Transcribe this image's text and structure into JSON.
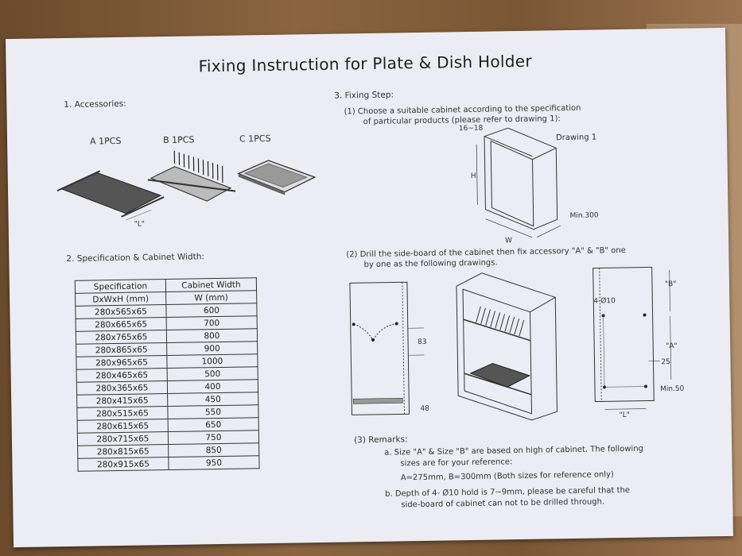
{
  "title": "Fixing Instruction for Plate & Dish Holder",
  "accessories": {
    "heading": "1. Accessories:",
    "a": "A 1PCS",
    "b": "B 1PCS",
    "c": "C 1PCS",
    "l_label": "\"L\""
  },
  "specification": {
    "heading": "2. Specification & Cabinet Width:",
    "col1": "Specification",
    "col2": "Cabinet Width",
    "unit1": "DxWxH (mm)",
    "unit2": "W (mm)",
    "rows": [
      [
        "280x565x65",
        "600"
      ],
      [
        "280x665x65",
        "700"
      ],
      [
        "280x765x65",
        "800"
      ],
      [
        "280x865x65",
        "900"
      ],
      [
        "280x965x65",
        "1000"
      ],
      [
        "280x465x65",
        "500"
      ],
      [
        "280x365x65",
        "400"
      ],
      [
        "280x415x65",
        "450"
      ],
      [
        "280x515x65",
        "550"
      ],
      [
        "280x615x65",
        "650"
      ],
      [
        "280x715x65",
        "750"
      ],
      [
        "280x815x65",
        "850"
      ],
      [
        "280x915x65",
        "950"
      ]
    ]
  },
  "fixing": {
    "heading": "3. Fixing Step:",
    "step1_line1": "(1)  Choose a suitable cabinet according to the specification",
    "step1_line2": "of particular products (please refer to drawing 1):",
    "drawing1": "Drawing 1",
    "dim_top": "16~18",
    "dim_h": "H",
    "dim_w": "W",
    "dim_min300": "Min.300",
    "step2_line1": "(2) Drill the side-board of the cabinet then fix accessory \"A\" & \"B\" one",
    "step2_line2": "by one as the following drawings.",
    "dim_83": "83",
    "dim_48": "48",
    "dim_hole": "4-Ø10",
    "dim_b": "\"B\"",
    "dim_a": "\"A\"",
    "dim_25": "25",
    "dim_min50": "Min.50",
    "dim_l": "\"L\""
  },
  "remarks": {
    "heading": "(3) Remarks:",
    "a_line1": "a.  Size \"A\" & Size \"B\" are based on high of cabinet. The following",
    "a_line2": "sizes are for your reference:",
    "a_line3": "A=275mm, B=300mm (Both sizes for reference only)",
    "b_line1": "b.  Depth of 4- Ø10 hold is 7~9mm, please be careful that the",
    "b_line2": "side-board of cabinet can not to be drilled through."
  }
}
